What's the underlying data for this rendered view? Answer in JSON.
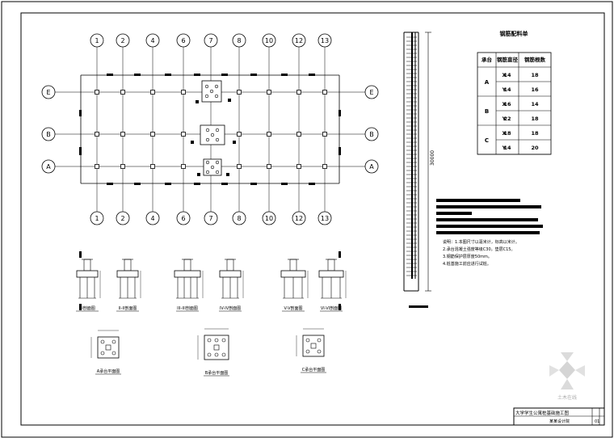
{
  "grid": {
    "columns": [
      "1",
      "2",
      "4",
      "6",
      "7",
      "8",
      "10",
      "12",
      "13"
    ],
    "rows": [
      "E",
      "B",
      "A"
    ]
  },
  "table": {
    "title": "钢筋配料单",
    "headers": [
      "承台",
      "钢筋直径",
      "钢筋根数"
    ],
    "groups": [
      {
        "name": "A",
        "rows": [
          [
            "X",
            "14",
            "18"
          ],
          [
            "Y",
            "14",
            "16"
          ]
        ]
      },
      {
        "name": "B",
        "rows": [
          [
            "X",
            "16",
            "14"
          ],
          [
            "Y",
            "22",
            "18"
          ]
        ]
      },
      {
        "name": "C",
        "rows": [
          [
            "X",
            "18",
            "18"
          ],
          [
            "Y",
            "14",
            "20"
          ]
        ]
      }
    ]
  },
  "pile_length_label": "30000",
  "notes": [
    "说明：1.本图尺寸以毫米计，标高以米计。",
    "2.承台混凝土强度等级C30，垫层C15。",
    "3.钢筋保护层厚度50mm。",
    "4.桩基施工前应进行试桩。"
  ],
  "sections": [
    "I-I剖面图",
    "II-II剖面图",
    "III-III剖面图",
    "IV-IV剖面图",
    "V-V剖面图",
    "VI-VI剖面图"
  ],
  "plans": [
    "A承台平面图",
    "B承台平面图",
    "C承台平面图"
  ],
  "title_block": {
    "project": "大学学生公寓桩基础施工图",
    "sub": "某某设计院",
    "sheet": "01"
  },
  "watermark": "土木在线"
}
